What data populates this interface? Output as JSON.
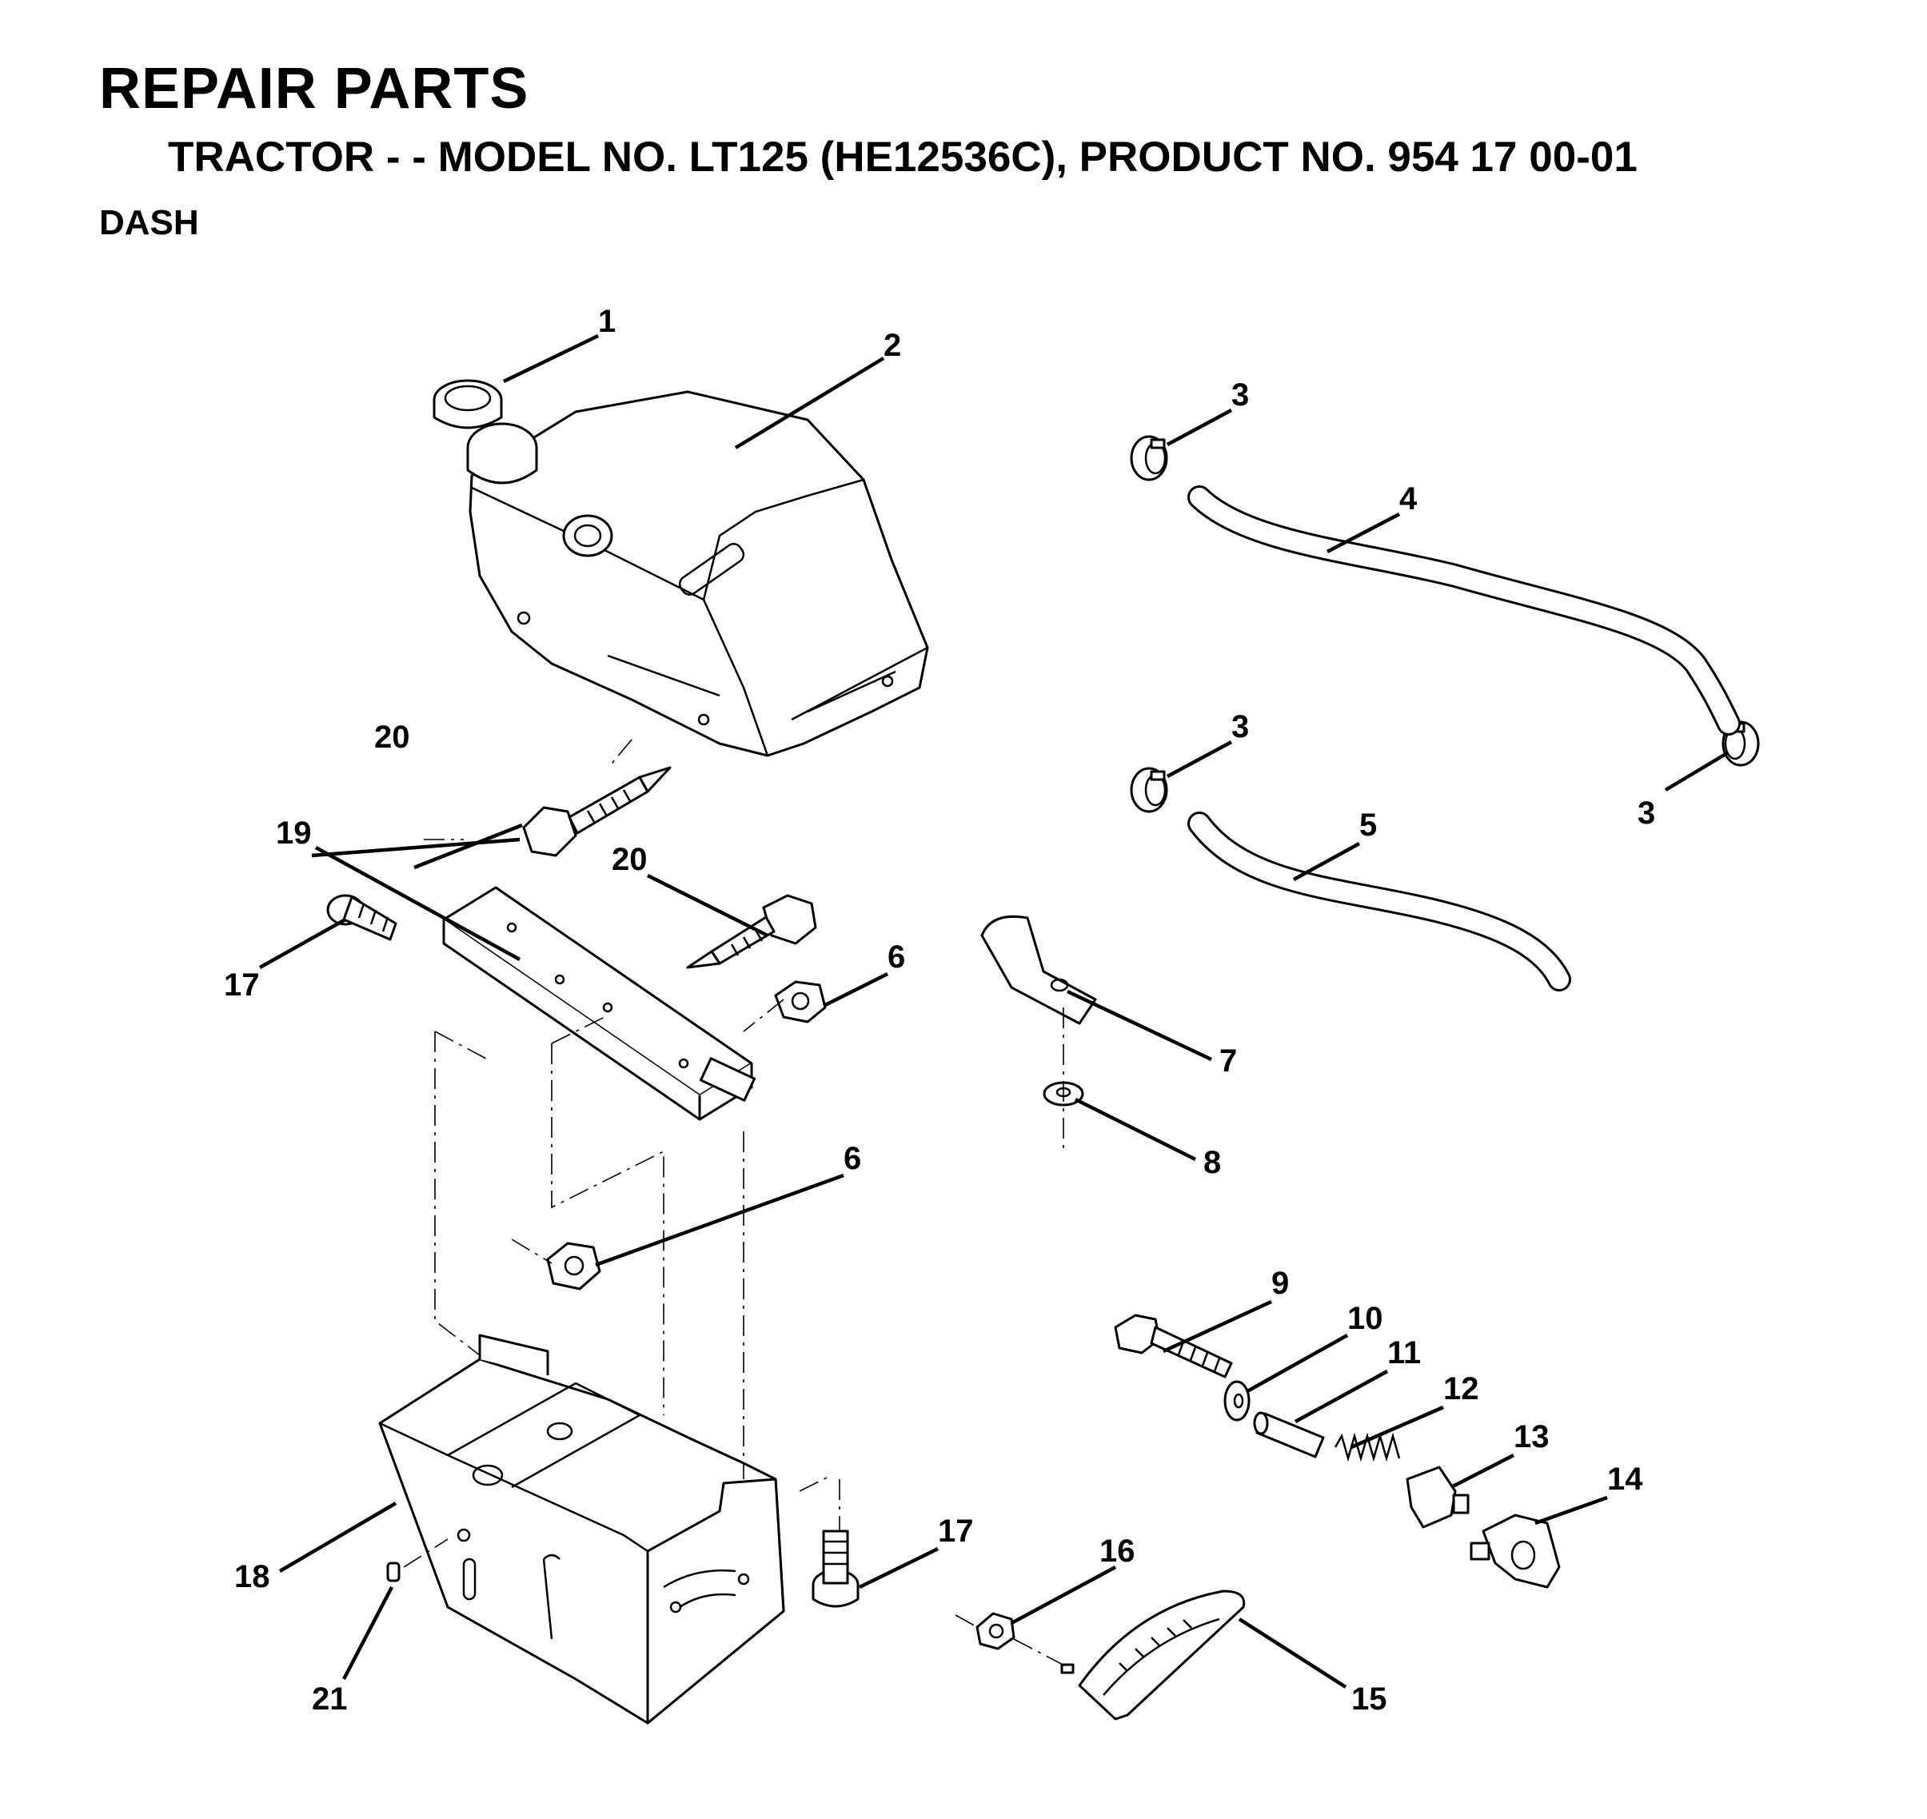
{
  "header": {
    "title": "REPAIR PARTS",
    "subtitle": "TRACTOR - - MODEL NO. LT125 (HE12536C),  PRODUCT NO. 954 17 00-01",
    "section": "DASH"
  },
  "callouts": {
    "c1": "1",
    "c2": "2",
    "c3a": "3",
    "c3b": "3",
    "c3c": "3",
    "c4": "4",
    "c5": "5",
    "c6a": "6",
    "c6b": "6",
    "c7": "7",
    "c8": "8",
    "c9": "9",
    "c10": "10",
    "c11": "11",
    "c12": "12",
    "c13": "13",
    "c14": "14",
    "c15": "15",
    "c16": "16",
    "c17a": "17",
    "c17b": "17",
    "c18": "18",
    "c19": "19",
    "c20a": "20",
    "c20b": "20",
    "c21": "21"
  }
}
